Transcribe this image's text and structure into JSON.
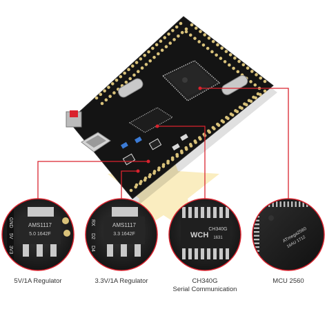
{
  "colors": {
    "background": "#ffffff",
    "pcb": "#141414",
    "pad": "#d9c27a",
    "callout": "#d9232e",
    "caption": "#333333",
    "watermark": "#f2d36b"
  },
  "board": {
    "mcu_marking": "ATmega2560"
  },
  "callouts": [
    {
      "id": "reg5",
      "marking": [
        "AMS1117",
        "5.0  1642F"
      ],
      "silk": [
        "GND",
        "5V",
        "3V3"
      ],
      "caption": [
        "5V/1A Regulator"
      ]
    },
    {
      "id": "reg33",
      "marking": [
        "AMS1117",
        "3.3  1642F"
      ],
      "silk": [
        "RX",
        "D2",
        "D4"
      ],
      "caption": [
        "3.3V/1A Regulator"
      ]
    },
    {
      "id": "ch340",
      "marking": [
        "CH340G",
        "1631"
      ],
      "logo": "WCH",
      "caption": [
        "CH340G",
        "Serial Communication"
      ]
    },
    {
      "id": "mcu",
      "marking": [
        "ATmega2560",
        "16AU 1712"
      ],
      "caption": [
        "MCU 2560"
      ]
    }
  ]
}
